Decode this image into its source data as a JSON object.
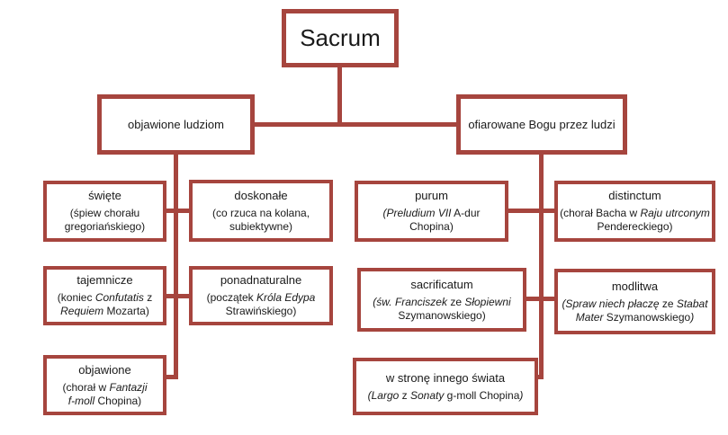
{
  "colors": {
    "line": "#A6453E",
    "text": "#1A1A1A",
    "box_fill": "#FFFFFF",
    "background": "#FFFFFF"
  },
  "diagram": {
    "root": {
      "label": "Sacrum"
    },
    "branches": [
      {
        "label": "objawione ludziom"
      },
      {
        "label": "ofiarowane Bogu przez ludzi"
      }
    ],
    "nodes": [
      {
        "id": "swiete",
        "title": "święte",
        "subtitle_lines": [
          [
            {
              "t": "(śpiew chorału"
            }
          ],
          [
            {
              "t": "gregoriańskiego)"
            }
          ]
        ]
      },
      {
        "id": "doskonale",
        "title": "doskonałe",
        "subtitle_lines": [
          [
            {
              "t": "(co rzuca na kolana,"
            }
          ],
          [
            {
              "t": "subiektywne)"
            }
          ]
        ]
      },
      {
        "id": "purum",
        "title": "purum",
        "subtitle_lines": [
          [
            {
              "t": "(Preludium VII",
              "i": true
            },
            {
              "t": " A-dur"
            }
          ],
          [
            {
              "t": "Chopina)"
            }
          ]
        ]
      },
      {
        "id": "distinctum",
        "title": "distinctum",
        "subtitle_lines": [
          [
            {
              "t": "(chorał Bacha w "
            },
            {
              "t": "Raju utrconym",
              "i": true
            }
          ],
          [
            {
              "t": "Pendereckiego)"
            }
          ]
        ]
      },
      {
        "id": "tajemnicze",
        "title": "tajemnicze",
        "subtitle_lines": [
          [
            {
              "t": "(koniec "
            },
            {
              "t": "Confutatis",
              "i": true
            },
            {
              "t": " z"
            }
          ],
          [
            {
              "t": "Requiem",
              "i": true
            },
            {
              "t": " Mozarta)"
            }
          ]
        ]
      },
      {
        "id": "ponadnaturalne",
        "title": "ponadnaturalne",
        "subtitle_lines": [
          [
            {
              "t": "(początek "
            },
            {
              "t": "Króla Edypa",
              "i": true
            }
          ],
          [
            {
              "t": "Strawińskiego)"
            }
          ]
        ]
      },
      {
        "id": "sacrificatum",
        "title": "sacrificatum",
        "subtitle_lines": [
          [
            {
              "t": "(św. Franciszek",
              "i": true
            },
            {
              "t": " ze "
            },
            {
              "t": "Słopiewni",
              "i": true
            }
          ],
          [
            {
              "t": "Szymanowskiego)"
            }
          ]
        ]
      },
      {
        "id": "modlitwa",
        "title": "modlitwa",
        "subtitle_lines": [
          [
            {
              "t": "(Spraw niech płaczę",
              "i": true
            },
            {
              "t": " ze "
            },
            {
              "t": "Stabat",
              "i": true
            }
          ],
          [
            {
              "t": "Mater",
              "i": true
            },
            {
              "t": " Szymanowskiego"
            },
            {
              "t": ")",
              "i": true
            }
          ]
        ]
      },
      {
        "id": "objawione",
        "title": "objawione",
        "subtitle_lines": [
          [
            {
              "t": "(chorał w "
            },
            {
              "t": "Fantazji",
              "i": true
            }
          ],
          [
            {
              "t": "f-moll",
              "i": true
            },
            {
              "t": " Chopina)"
            }
          ]
        ]
      },
      {
        "id": "w-strone-innego-swiata",
        "title": "w stronę innego świata",
        "subtitle_lines": [
          [
            {
              "t": "(Largo",
              "i": true
            },
            {
              "t": " z "
            },
            {
              "t": "Sonaty",
              "i": true
            },
            {
              "t": " g-moll Chopina"
            },
            {
              "t": ")",
              "i": true
            }
          ]
        ]
      }
    ]
  }
}
